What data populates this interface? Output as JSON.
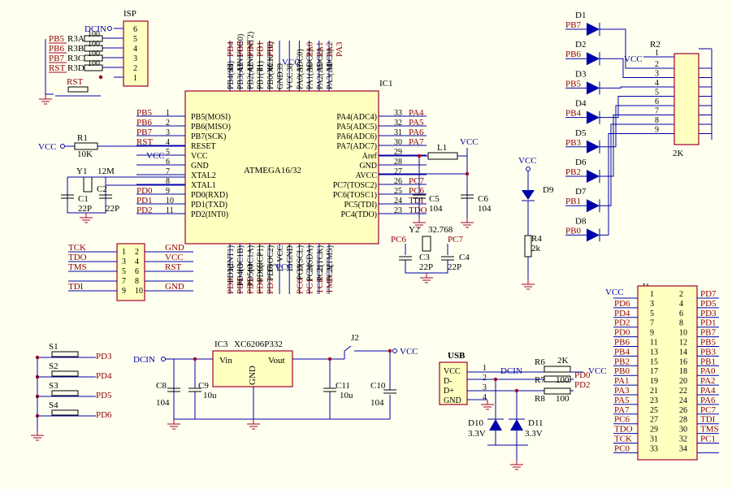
{
  "isp": {
    "title": "ISP",
    "pins": [
      "6",
      "5",
      "4",
      "3",
      "2",
      "1"
    ],
    "nets": [
      "DCIN",
      "PB5",
      "PB6",
      "PB7",
      "RST"
    ],
    "resistors": [
      "R3A",
      "R3B",
      "R3C",
      "R3D"
    ],
    "res_values": [
      "100",
      "100",
      "100",
      "100"
    ],
    "rst_label": "RST"
  },
  "mcu": {
    "ref": "IC1",
    "name": "ATMEGA16/32",
    "left_nets": [
      "PB5",
      "PB6",
      "PB7",
      "RST",
      "",
      "",
      "",
      "",
      "PD0",
      "PD1",
      "PD2"
    ],
    "left_nums": [
      "1",
      "2",
      "3",
      "4",
      "5",
      "6",
      "7",
      "8",
      "9",
      "10",
      "11"
    ],
    "left_pins": [
      "PB5(MOSI)",
      "PB6(MISO)",
      "PB7(SCK)",
      "RESET",
      "VCC",
      "GND",
      "XTAL2",
      "XTAL1",
      "PD0(RXD)",
      "PD1(TXD)",
      "PD2(INT0)"
    ],
    "right_nets": [
      "PA4",
      "PA5",
      "PA6",
      "PA7",
      "",
      "",
      "",
      "PC7",
      "PC6",
      "TDI",
      "TDO"
    ],
    "right_nums": [
      "33",
      "32",
      "31",
      "30",
      "29",
      "28",
      "27",
      "26",
      "25",
      "24",
      "23"
    ],
    "right_pins": [
      "PA4(ADC4)",
      "PA5(ADC5)",
      "PA6(ADC6)",
      "PA7(ADC7)",
      "Aref",
      "GND",
      "AVCC",
      "PC7(TOSC2)",
      "PC6(TOSC1)",
      "PC5(TDI)",
      "PC4(TDO)"
    ],
    "top_nets": [
      "PB4",
      "PB3",
      "PB2",
      "PB1",
      "PB0",
      "",
      "",
      "",
      "PA0",
      "PA1",
      "PA2",
      "PA3"
    ],
    "top_nums": [
      "44",
      "43",
      "42",
      "41",
      "40",
      "39",
      "38",
      "37",
      "36",
      "35",
      "34"
    ],
    "top_pins": [
      "PB4(SS)",
      "PB3(AIN1/OC0)",
      "PB2(AIN0/INT2)",
      "PB1(T1)",
      "PB0(XCK/T0)",
      "GND",
      "VCC",
      "PA0(ADC0)",
      "PA1(ADC1)",
      "PA2(ADC2)",
      "PA3(ADC3)"
    ],
    "bottom_nets": [
      "PD3",
      "PD4",
      "PD5",
      "PD6",
      "PD7",
      "",
      "",
      "PC0",
      "PC1",
      "TCK",
      "TMS"
    ],
    "bottom_nums": [
      "12",
      "13",
      "14",
      "15",
      "16",
      "17",
      "18",
      "19",
      "20",
      "21",
      "22"
    ],
    "bottom_pins": [
      "PD3(INT1)",
      "PD4(OC1B)",
      "PD5(OC1A)",
      "PD6(ICP1)",
      "PD7(OC2)",
      "VCC",
      "GND",
      "PC0(SCL)",
      "PC1(SDA)",
      "PC2(TCK)",
      "PC3(TMS)"
    ],
    "vcc_top": "VCC",
    "vcc_bottom": "VCC"
  },
  "r1": {
    "ref": "R1",
    "value": "10K",
    "net": "VCC"
  },
  "crystal1": {
    "ref": "Y1",
    "freq": "12M",
    "c1": "C1",
    "c2": "C2",
    "c1v": "22P",
    "c2v": "22P",
    "vcc": "VCC"
  },
  "l1": {
    "ref": "L1",
    "vcc": "VCC",
    "c5": "C5",
    "c5v": "104",
    "c6": "C6",
    "c6v": "104"
  },
  "crystal2": {
    "ref": "Y2",
    "freq": "32.768",
    "net1": "PC6",
    "net2": "PC7",
    "c3": "C3",
    "c3v": "22P",
    "c4": "C4",
    "c4v": "22P"
  },
  "jtag": {
    "left_nets": [
      "TCK",
      "TDO",
      "TMS",
      "",
      "TDI"
    ],
    "left_nums": [
      "1",
      "3",
      "5",
      "7",
      "9"
    ],
    "right_nums": [
      "2",
      "4",
      "6",
      "8",
      "10"
    ],
    "right_nets": [
      "GND",
      "VCC",
      "RST",
      "",
      "GND"
    ]
  },
  "leds": {
    "refs": [
      "D1",
      "D2",
      "D3",
      "D4",
      "D5",
      "D6",
      "D7",
      "D8"
    ],
    "nets": [
      "PB7",
      "PB6",
      "PB5",
      "PB4",
      "PB3",
      "PB2",
      "PB1",
      "PB0"
    ],
    "rnet": "R2",
    "rnum": [
      "1",
      "2",
      "3",
      "4",
      "5",
      "6",
      "7",
      "8",
      "9"
    ],
    "rvalue": "2K",
    "vcc": "VCC"
  },
  "d9": {
    "ref": "D9",
    "vcc": "VCC",
    "r": "R4",
    "rv": "2k"
  },
  "j1": {
    "ref": "J1",
    "vcc": "VCC",
    "left_nets": [
      "PD6",
      "PD4",
      "PD2",
      "PD0",
      "PB6",
      "PB4",
      "PB2",
      "PB0",
      "PA1",
      "PA3",
      "PA5",
      "PA7",
      "PC6",
      "TDO",
      "TCK",
      "PC0"
    ],
    "left_nums": [
      "1",
      "3",
      "5",
      "7",
      "9",
      "11",
      "13",
      "15",
      "17",
      "19",
      "21",
      "23",
      "25",
      "27",
      "29",
      "31",
      "33"
    ],
    "right_nums": [
      "2",
      "4",
      "6",
      "8",
      "10",
      "12",
      "14",
      "16",
      "18",
      "20",
      "22",
      "24",
      "26",
      "28",
      "30",
      "32",
      "34"
    ],
    "right_nets": [
      "PD7",
      "PD5",
      "PD3",
      "PD1",
      "PB7",
      "PB5",
      "PB3",
      "PB1",
      "PA0",
      "PA2",
      "PA4",
      "PA6",
      "PC7",
      "TDI",
      "TMS",
      "PC1"
    ]
  },
  "buttons": {
    "refs": [
      "S1",
      "S2",
      "S3",
      "S4"
    ],
    "nets": [
      "PD3",
      "PD4",
      "PD5",
      "PD6"
    ]
  },
  "regulator": {
    "ref": "IC3",
    "name": "XC6206P332",
    "vin": "Vin",
    "vout": "Vout",
    "gnd": "GND",
    "dcin": "DCIN",
    "jumper": "J2",
    "vcc": "VCC",
    "c8": "C8",
    "c8v": "104",
    "c9": "C9",
    "c9v": "10u",
    "c11": "C11",
    "c11v": "10u",
    "c10": "C10",
    "c10v": "104"
  },
  "usb": {
    "title": "USB",
    "pins": [
      "VCC",
      "D-",
      "D+",
      "GND"
    ],
    "nums": [
      "1",
      "2",
      "3",
      "4"
    ],
    "dcin": "DCIN",
    "vcc": "VCC",
    "r6": "R6",
    "r6v": "2K",
    "r7": "R7",
    "r7v": "100",
    "r8": "R8",
    "r8v": "100",
    "pd0": "PD0",
    "pd2": "PD2",
    "d10": "D10",
    "d10v": "3.3V",
    "d11": "D11",
    "d11v": "3.3V"
  }
}
